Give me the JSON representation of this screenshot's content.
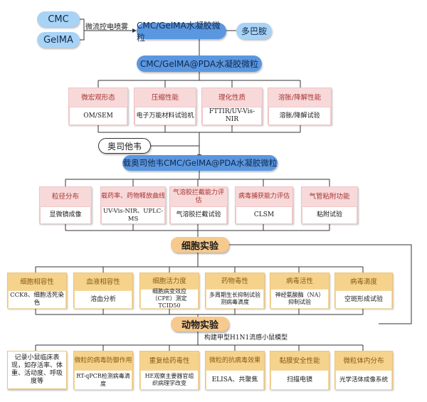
{
  "inputs": [
    "CMC",
    "GelMA"
  ],
  "process_label": "微流控电喷雾",
  "microgel": "CMC/GelMA水凝胶微粒",
  "dopamine": "多巴胺",
  "pda_microgel": "CMC/GelMA@PDA水凝胶微粒",
  "characterization": [
    {
      "title": "微宏观形态",
      "method": "OM/SEM"
    },
    {
      "title": "压缩性能",
      "method": "电子万能材料试验机"
    },
    {
      "title": "理化性质",
      "method": "FTTIR/UV-Vis-NIR"
    },
    {
      "title": "溶胀/降解性能",
      "method": "溶胀/降解试验"
    }
  ],
  "drug": "奥司他韦",
  "loaded": "载奥司他韦CMC/GelMA@PDA水凝胶微粒",
  "performance": [
    {
      "title": "粒径分布",
      "method": "显微镜成像"
    },
    {
      "title": "载药率、药物释放曲线",
      "method": "UV-Vis-NIR、UPLC-MS"
    },
    {
      "title": "气溶胶拦截能力评估",
      "method": "气溶胶拦截试验"
    },
    {
      "title": "病毒捕获能力评估",
      "method": "CLSM"
    },
    {
      "title": "气管粘附功能",
      "method": "粘附试验"
    }
  ],
  "cell_label": "细胞实验",
  "cell": [
    {
      "title": "细胞相容性",
      "method": "CCK8、细胞活死染色"
    },
    {
      "title": "血液相容性",
      "method": "溶血分析"
    },
    {
      "title": "细胞活力度",
      "method": "细胞病变效应（CPE）测定TCID50"
    },
    {
      "title": "药物毒性",
      "method": "多周期生长抑制试验测病毒滴度"
    },
    {
      "title": "病毒活性",
      "method": "神经氨酸酶（NA）抑制试验"
    },
    {
      "title": "病毒滴度",
      "method": "空斑形成试验"
    }
  ],
  "animal_label": "动物实验",
  "model": "构建甲型H1N1流感小鼠模型",
  "animal": [
    {
      "title": "记录小鼠临床表现，如存活率、体重、活动度、呼吸度等",
      "method": ""
    },
    {
      "title": "微粒的病毒防御作用",
      "method": "RT-qPCR检测病毒滴度"
    },
    {
      "title": "重复给药毒性",
      "method": "HE观察主要器官组织病理学改变"
    },
    {
      "title": "微粒的抗病毒效果",
      "method": "ELISA、共聚焦"
    },
    {
      "title": "黏膜安全性能",
      "method": "扫描电镜"
    },
    {
      "title": "微粒体内分布",
      "method": "光学活体成像系统"
    }
  ]
}
